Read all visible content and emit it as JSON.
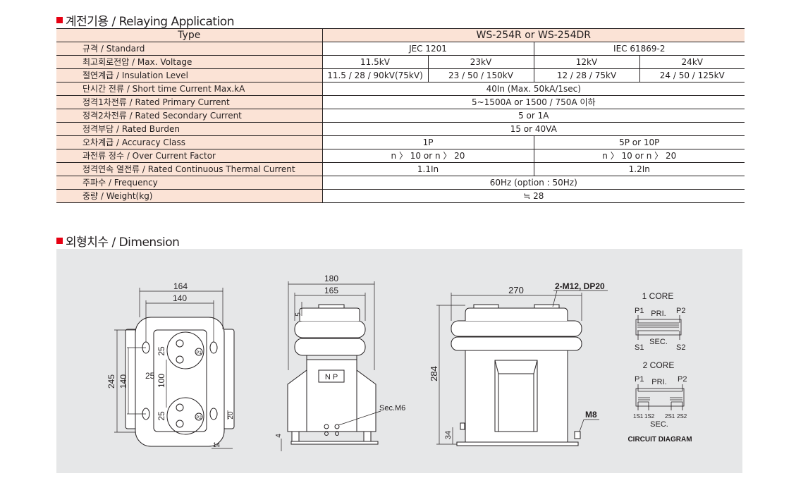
{
  "relaying": {
    "title": "계전기용 / Relaying Application",
    "type_label": "Type",
    "type_value": "WS-254R or WS-254DR",
    "rows": {
      "standard": {
        "label": "규격 / Standard",
        "jec": "JEC 1201",
        "iec": "IEC 61869-2"
      },
      "voltage": {
        "label": "최고회로전압 / Max. Voltage",
        "v": [
          "11.5kV",
          "23kV",
          "12kV",
          "24kV"
        ]
      },
      "insulation": {
        "label": "절연계급 / Insulation Level",
        "v": [
          "11.5 / 28 / 90kV(75kV)",
          "23 / 50 / 150kV",
          "12 / 28 / 75kV",
          "24 / 50 / 125kV"
        ]
      },
      "short_time": {
        "label": "단시간 전류 / Short time Current Max.kA",
        "value": "40In (Max. 50kA/1sec)"
      },
      "primary": {
        "label": "정격1차전류 / Rated Primary Current",
        "value": "5~1500A or 1500 / 750A 이하"
      },
      "secondary": {
        "label": "정격2차전류 / Rated Secondary Current",
        "value": "5 or 1A"
      },
      "burden": {
        "label": "정격부담 / Rated Burden",
        "value": "15 or 40VA"
      },
      "accuracy": {
        "label": "오차계급 / Accuracy Class",
        "jec": "1P",
        "iec": "5P or 10P"
      },
      "overcurrent": {
        "label": "과전류 정수 / Over Current Factor",
        "jec": "n 〉 10 or n 〉 20",
        "iec": "n 〉 10 or n 〉 20"
      },
      "thermal": {
        "label": "정격연속 열전류 / Rated Continuous Thermal Current",
        "jec": "1.1In",
        "iec": "1.2In"
      },
      "frequency": {
        "label": "주파수 / Frequency",
        "value": "60Hz (option : 50Hz)"
      },
      "weight": {
        "label": "중량 / Weight(kg)",
        "value": "≒ 28"
      }
    }
  },
  "dimension": {
    "title": "외형치수 / Dimension",
    "front": {
      "w_outer": "164",
      "w_inner": "140",
      "h_outer": "245",
      "h_inner": "140",
      "offset": "25",
      "pitch": "100",
      "term_top": "25",
      "term_bot": "25",
      "slot": "20",
      "foot": "14",
      "p1": "P1",
      "p2": "P2"
    },
    "side": {
      "w_outer": "180",
      "w_inner": "165",
      "top": "5",
      "base": "4",
      "nameplate": "N P",
      "sec_label": "Sec.M6"
    },
    "rear": {
      "width": "270",
      "bolt": "2-M12, DP20",
      "height": "284",
      "base": "34",
      "ground": "M8"
    },
    "circuit": {
      "core1": "1 CORE",
      "core2": "2 CORE",
      "p1": "P1",
      "p2": "P2",
      "pri": "PRI.",
      "sec": "SEC.",
      "s1": "S1",
      "s2": "S2",
      "s1_1": "1S1",
      "s1_2": "1S2",
      "s2_1": "2S1",
      "s2_2": "2S2",
      "caption": "CIRCUIT DIAGRAM"
    }
  }
}
